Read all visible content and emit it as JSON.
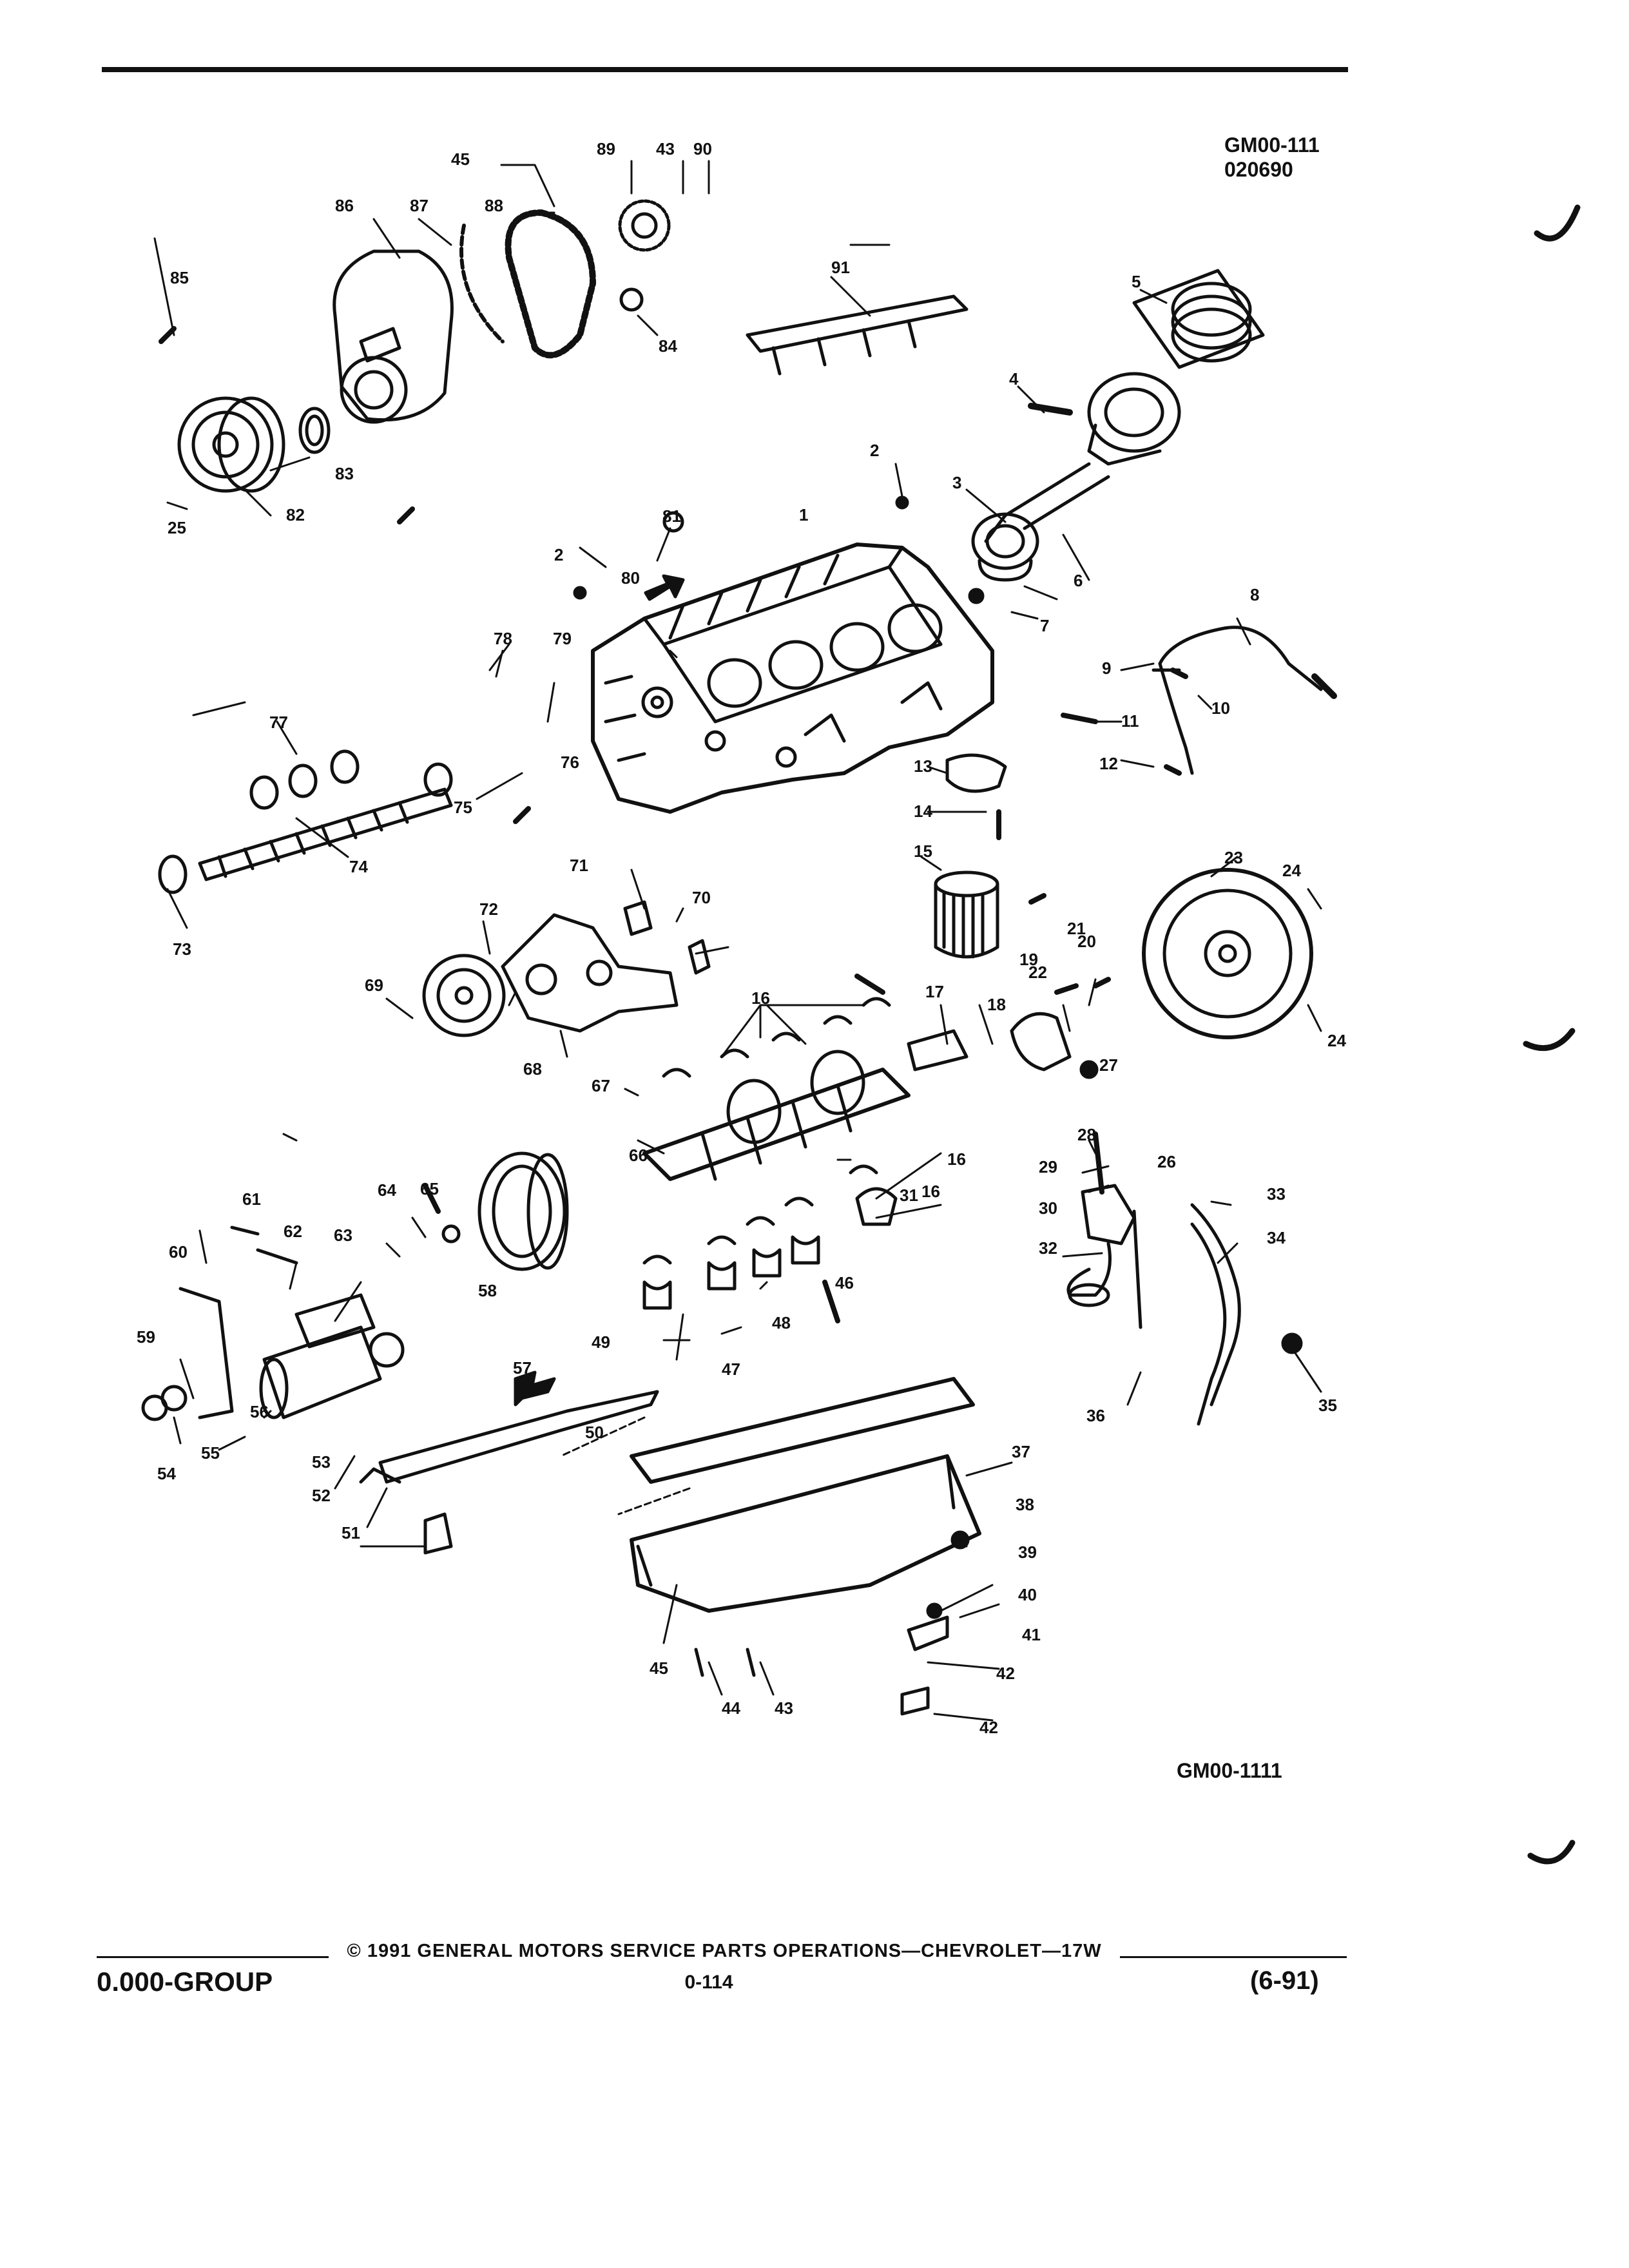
{
  "header": {
    "code_line1": "GM00-111",
    "code_line2": "020690"
  },
  "figure_code": "GM00-1111",
  "footer": {
    "copyright": "© 1991 GENERAL MOTORS SERVICE PARTS OPERATIONS—CHEVROLET—17W",
    "page_number": "0-114",
    "group": "0.000-GROUP",
    "revision": "(6-91)"
  },
  "callouts": [
    "1",
    "2",
    "2",
    "3",
    "4",
    "5",
    "6",
    "7",
    "8",
    "9",
    "10",
    "11",
    "12",
    "13",
    "14",
    "15",
    "16",
    "16",
    "16",
    "17",
    "18",
    "19",
    "20",
    "21",
    "22",
    "23",
    "24",
    "24",
    "25",
    "26",
    "27",
    "28",
    "29",
    "30",
    "31",
    "32",
    "33",
    "34",
    "35",
    "36",
    "37",
    "38",
    "39",
    "40",
    "41",
    "42",
    "42",
    "43",
    "43",
    "44",
    "45",
    "45",
    "46",
    "47",
    "48",
    "49",
    "50",
    "51",
    "52",
    "53",
    "54",
    "55",
    "56",
    "57",
    "58",
    "59",
    "60",
    "61",
    "62",
    "63",
    "64",
    "65",
    "66",
    "67",
    "68",
    "69",
    "70",
    "71",
    "72",
    "73",
    "74",
    "75",
    "76",
    "77",
    "78",
    "79",
    "80",
    "81",
    "82",
    "83",
    "84",
    "85",
    "86",
    "87",
    "88",
    "89",
    "90",
    "91"
  ]
}
